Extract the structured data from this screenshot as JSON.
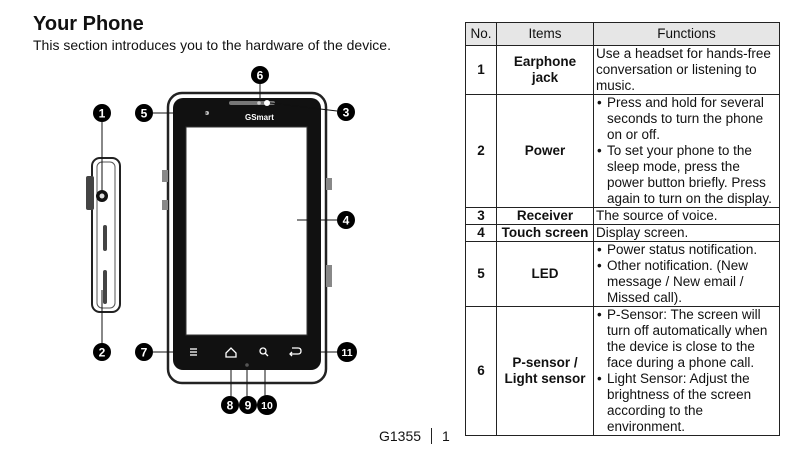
{
  "heading": {
    "title": "Your Phone",
    "subtitle": "This section introduces you to the hardware of the device."
  },
  "phone": {
    "brand": "GSmart",
    "callouts": [
      "1",
      "2",
      "3",
      "4",
      "5",
      "6",
      "7",
      "8",
      "9",
      "10",
      "11"
    ],
    "icons": {
      "menu": "menu-icon",
      "home": "home-icon",
      "search": "search-icon",
      "back": "back-icon"
    }
  },
  "table": {
    "headers": {
      "no": "No.",
      "items": "Items",
      "functions": "Functions"
    },
    "rows": [
      {
        "no": "1",
        "item": "Earphone jack",
        "function": "Use a headset for hands-free conversation or listening to music."
      },
      {
        "no": "2",
        "item": "Power",
        "bullets": [
          "Press and hold for several seconds to turn the phone on or off.",
          "To set your phone to the sleep mode, press the power button briefly. Press again to turn on the display."
        ]
      },
      {
        "no": "3",
        "item": "Receiver",
        "function": "The source of voice."
      },
      {
        "no": "4",
        "item": "Touch screen",
        "function": "Display screen."
      },
      {
        "no": "5",
        "item": "LED",
        "bullets": [
          "Power status notification.",
          "Other notification. (New message / New email / Missed call)."
        ]
      },
      {
        "no": "6",
        "item": "P-sensor / Light sensor",
        "bullets": [
          "P-Sensor: The screen will turn off automatically when the device is close to the face during a phone call.",
          "Light Sensor: Adjust the brightness of the screen according to the environment."
        ]
      }
    ]
  },
  "footer": {
    "model": "G1355",
    "page": "1"
  }
}
